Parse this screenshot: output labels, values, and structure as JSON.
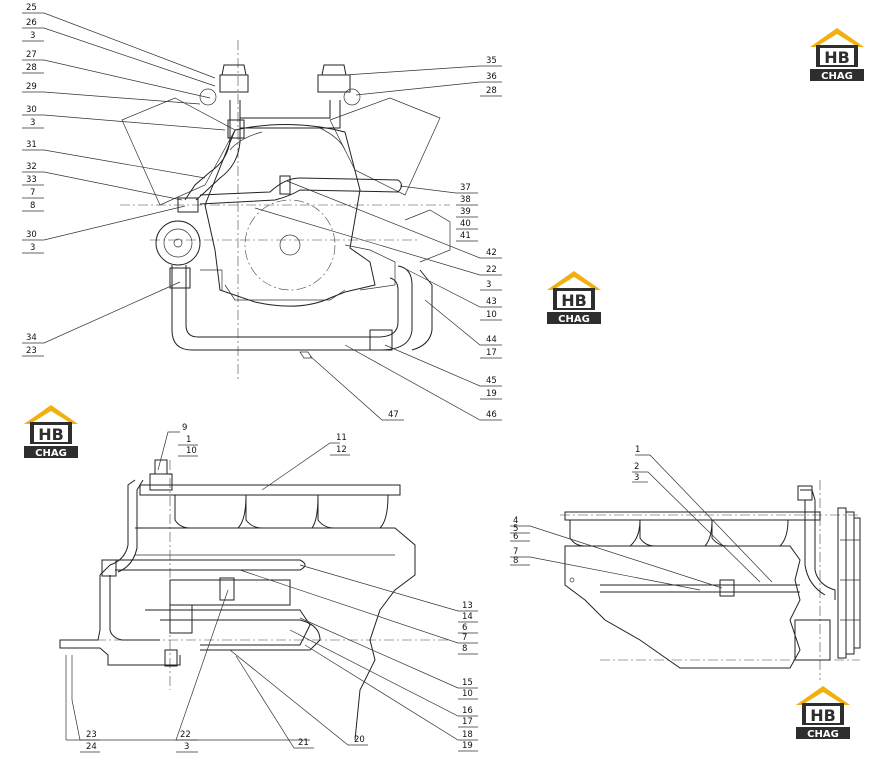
{
  "brand": {
    "logo_text": "HB",
    "logo_sub": "CHAG",
    "colors": {
      "roof": "#f2b010",
      "body": "#2e2e2e",
      "text": "#ffffff"
    }
  },
  "views": {
    "top": {
      "left_labels": [
        {
          "id": "c25",
          "text": "25"
        },
        {
          "id": "c26",
          "text": "26"
        },
        {
          "id": "c3a",
          "text": "3"
        },
        {
          "id": "c27",
          "text": "27"
        },
        {
          "id": "c28a",
          "text": "28"
        },
        {
          "id": "c29",
          "text": "29"
        },
        {
          "id": "c30a",
          "text": "30"
        },
        {
          "id": "c3b",
          "text": "3"
        },
        {
          "id": "c31",
          "text": "31"
        },
        {
          "id": "c32",
          "text": "32"
        },
        {
          "id": "c33",
          "text": "33"
        },
        {
          "id": "c7a",
          "text": "7"
        },
        {
          "id": "c8a",
          "text": "8"
        },
        {
          "id": "c30b",
          "text": "30"
        },
        {
          "id": "c3c",
          "text": "3"
        },
        {
          "id": "c34",
          "text": "34"
        },
        {
          "id": "c23a",
          "text": "23"
        }
      ],
      "right_labels": [
        {
          "id": "c35",
          "text": "35"
        },
        {
          "id": "c36",
          "text": "36"
        },
        {
          "id": "c28b",
          "text": "28"
        },
        {
          "id": "c37",
          "text": "37"
        },
        {
          "id": "c38",
          "text": "38"
        },
        {
          "id": "c39",
          "text": "39"
        },
        {
          "id": "c40",
          "text": "40"
        },
        {
          "id": "c41",
          "text": "41"
        },
        {
          "id": "c42",
          "text": "42"
        },
        {
          "id": "c22a",
          "text": "22"
        },
        {
          "id": "c3d",
          "text": "3"
        },
        {
          "id": "c43",
          "text": "43"
        },
        {
          "id": "c10a",
          "text": "10"
        },
        {
          "id": "c44",
          "text": "44"
        },
        {
          "id": "c17a",
          "text": "17"
        },
        {
          "id": "c45",
          "text": "45"
        },
        {
          "id": "c19a",
          "text": "19"
        },
        {
          "id": "c46",
          "text": "46"
        },
        {
          "id": "c47",
          "text": "47"
        }
      ]
    },
    "left": {
      "labels": [
        {
          "id": "c9",
          "text": "9"
        },
        {
          "id": "c1a",
          "text": "1"
        },
        {
          "id": "c10b",
          "text": "10"
        },
        {
          "id": "c11",
          "text": "11"
        },
        {
          "id": "c12",
          "text": "12"
        },
        {
          "id": "c13",
          "text": "13"
        },
        {
          "id": "c14a",
          "text": "14"
        },
        {
          "id": "c6a",
          "text": "6"
        },
        {
          "id": "c7b",
          "text": "7"
        },
        {
          "id": "c8b",
          "text": "8"
        },
        {
          "id": "c15",
          "text": "15"
        },
        {
          "id": "c10c",
          "text": "10"
        },
        {
          "id": "c16",
          "text": "16"
        },
        {
          "id": "c17b",
          "text": "17"
        },
        {
          "id": "c18",
          "text": "18"
        },
        {
          "id": "c19b",
          "text": "19"
        },
        {
          "id": "c20",
          "text": "20"
        },
        {
          "id": "c21",
          "text": "21"
        },
        {
          "id": "c22b",
          "text": "22"
        },
        {
          "id": "c3e",
          "text": "3"
        },
        {
          "id": "c23b",
          "text": "23"
        },
        {
          "id": "c24",
          "text": "24"
        }
      ]
    },
    "right": {
      "labels": [
        {
          "id": "c1b",
          "text": "1"
        },
        {
          "id": "c2",
          "text": "2"
        },
        {
          "id": "c3f",
          "text": "3"
        },
        {
          "id": "c4",
          "text": "4"
        },
        {
          "id": "c5",
          "text": "5"
        },
        {
          "id": "c6b",
          "text": "6"
        },
        {
          "id": "c7c",
          "text": "7"
        },
        {
          "id": "c8c",
          "text": "8"
        }
      ]
    }
  }
}
